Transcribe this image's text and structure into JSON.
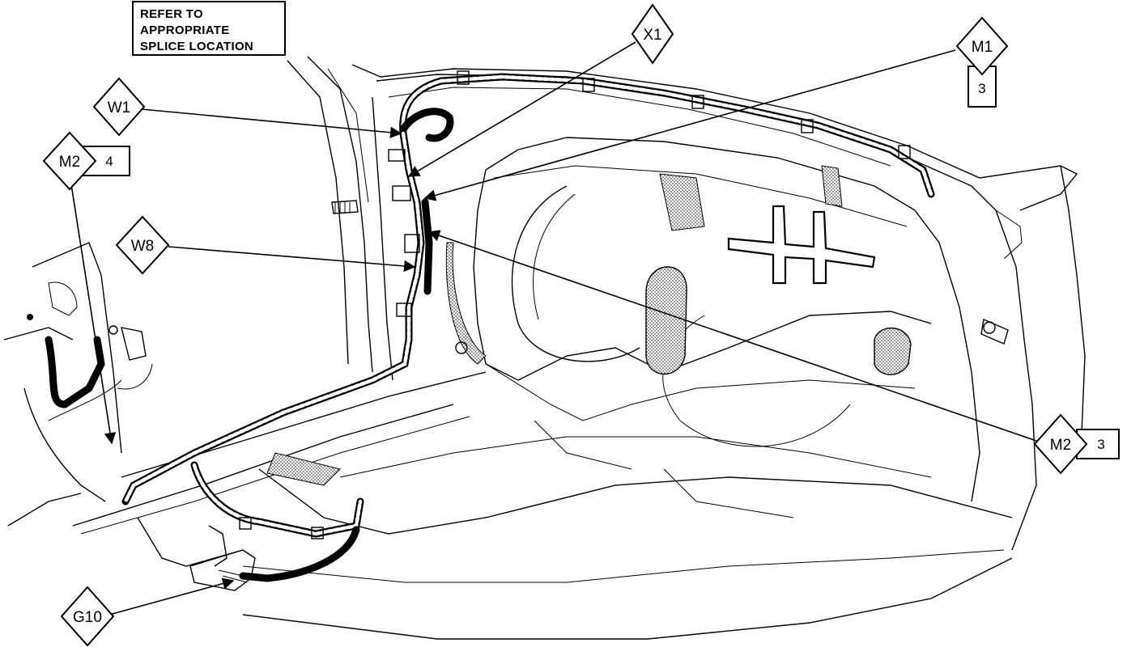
{
  "note": {
    "lines": [
      "REFER TO",
      "APPROPRIATE",
      "SPLICE LOCATION"
    ]
  },
  "callouts": [
    {
      "id": "x1",
      "label": "X1"
    },
    {
      "id": "m1",
      "label": "M1",
      "tab": "3"
    },
    {
      "id": "w1",
      "label": "W1"
    },
    {
      "id": "m2-left",
      "label": "M2",
      "tab": "4"
    },
    {
      "id": "w8",
      "label": "W8"
    },
    {
      "id": "m2-right",
      "label": "M2",
      "tab": "3"
    },
    {
      "id": "g10",
      "label": "G10"
    }
  ]
}
